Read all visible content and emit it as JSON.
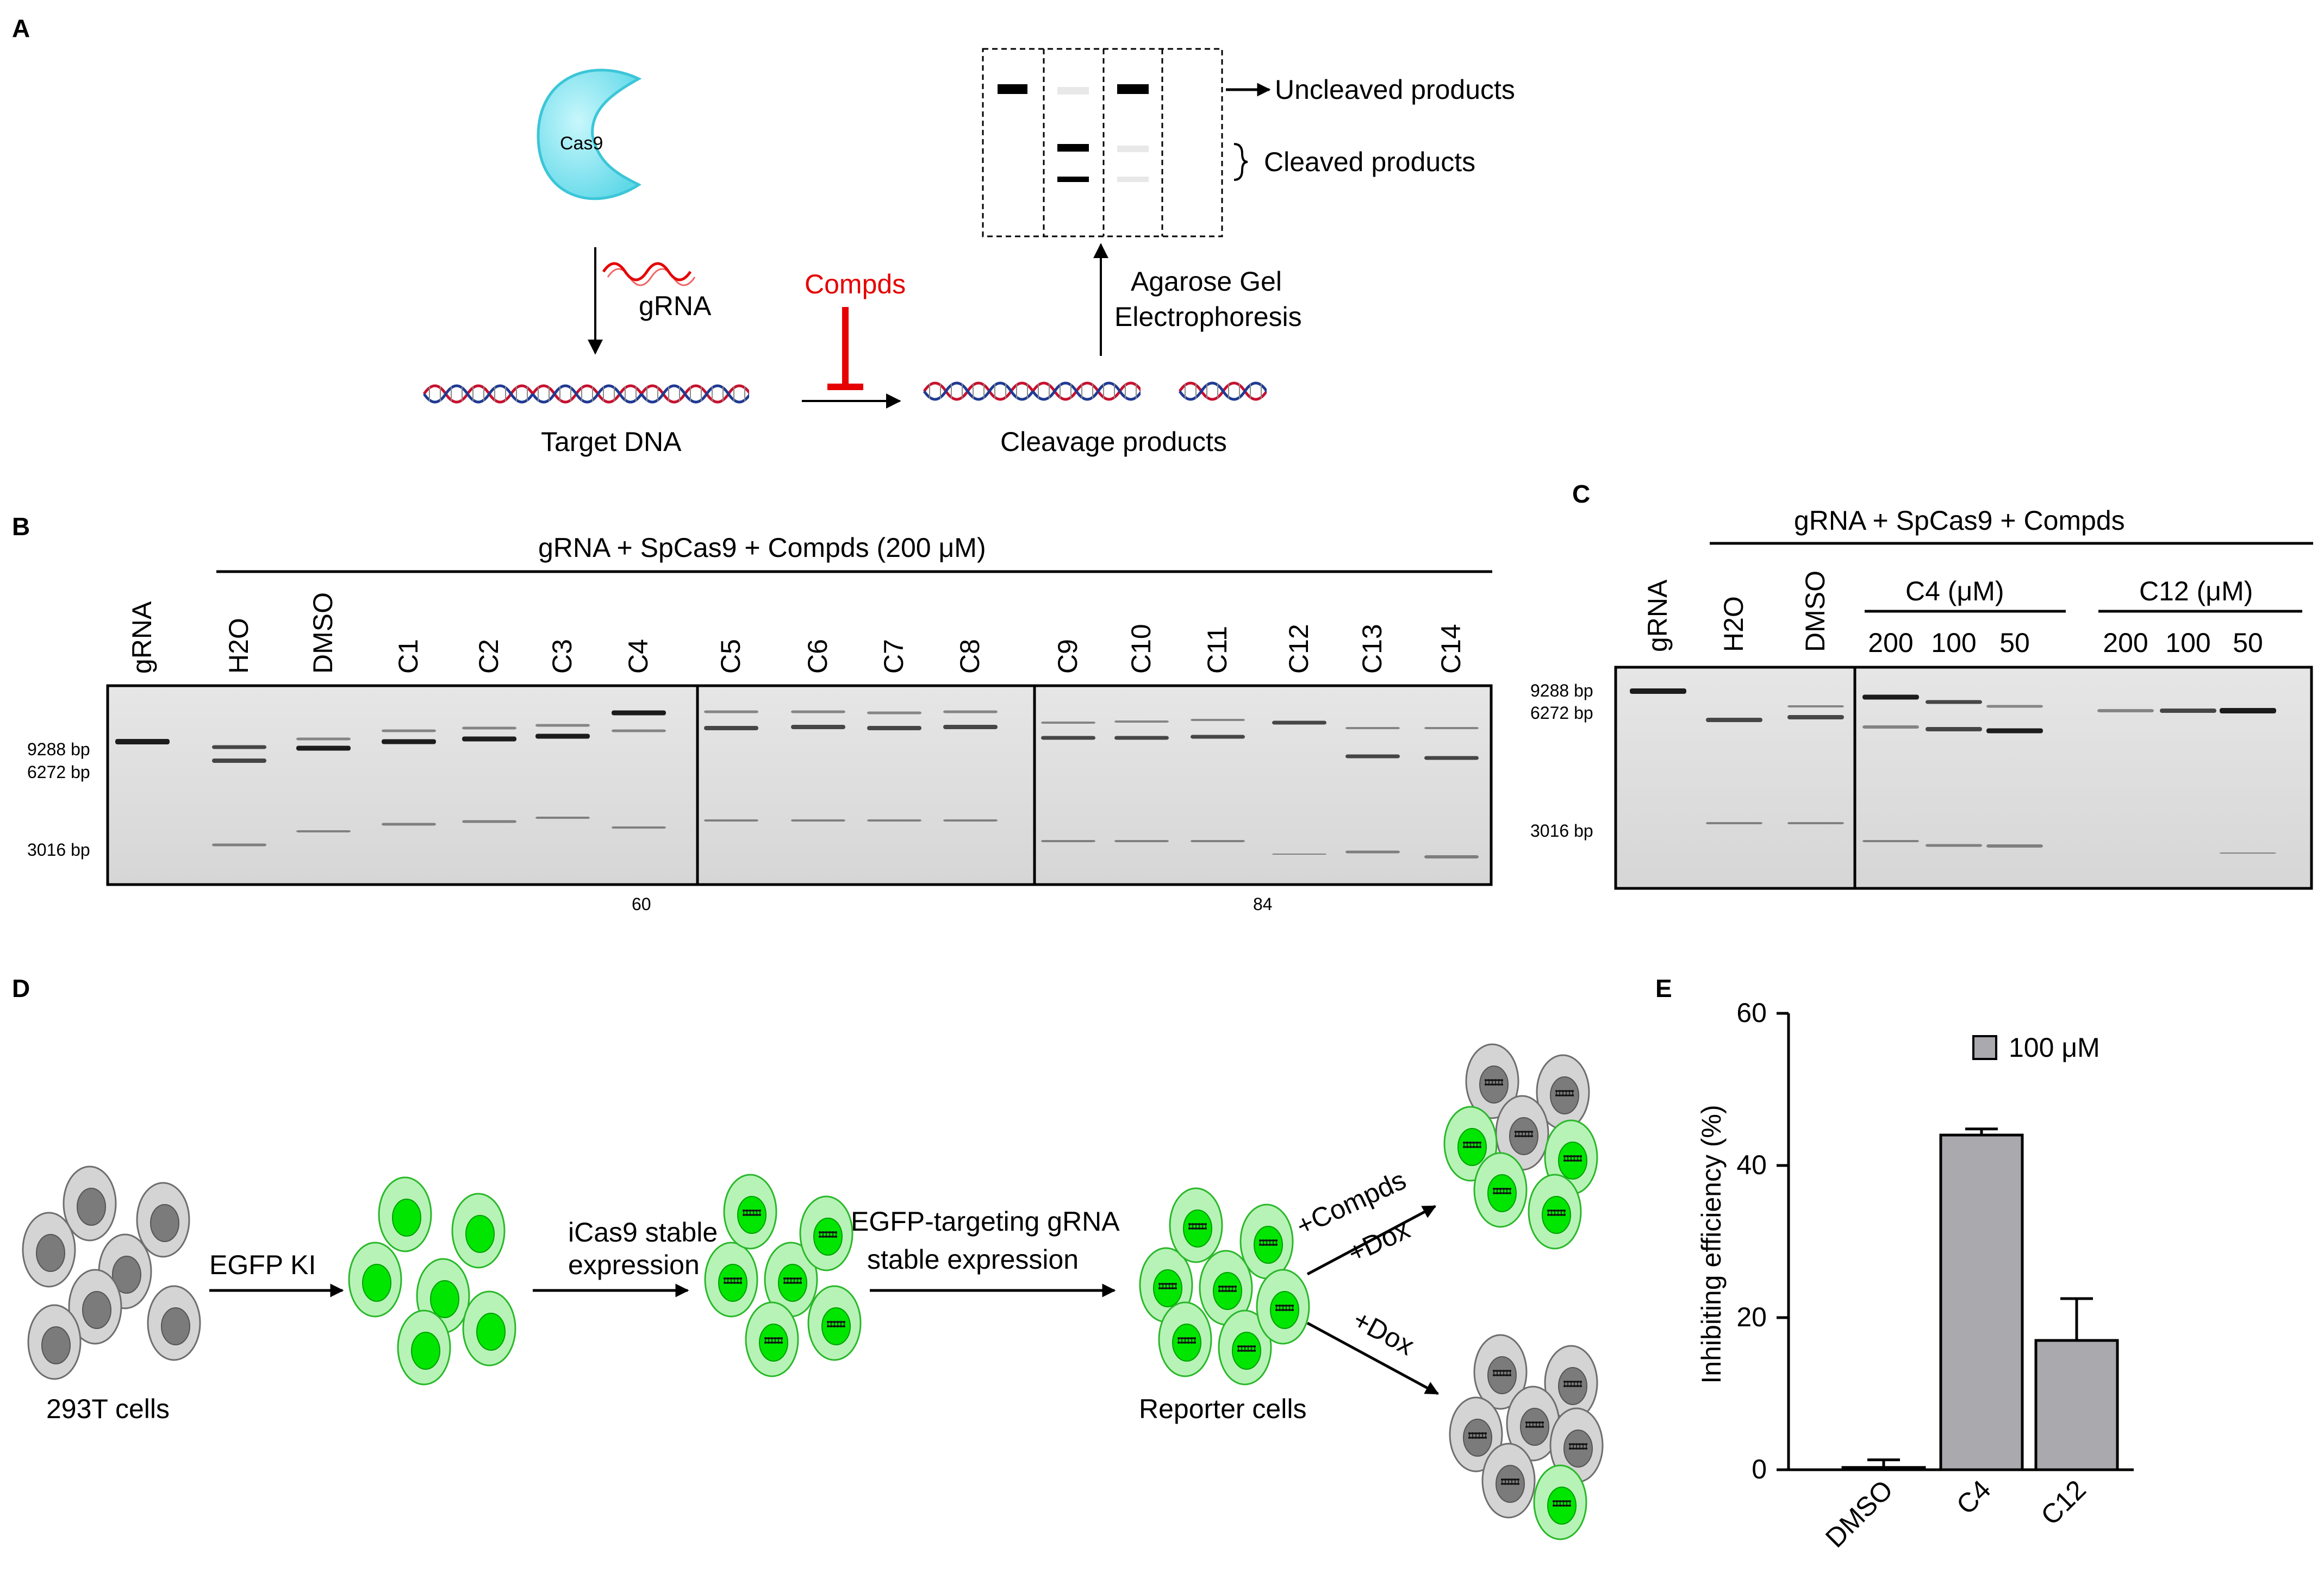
{
  "panels": {
    "a": "A",
    "b": "B",
    "c": "C",
    "d": "D",
    "e": "E"
  },
  "panel_a": {
    "cas9": "Cas9",
    "grna": "gRNA",
    "compds": "Compds",
    "target_dna": "Target DNA",
    "cleavage_products": "Cleavage products",
    "gel_line1": "Agarose Gel",
    "gel_line2": "Electrophoresis",
    "uncleaved": "Uncleaved products",
    "cleaved": "Cleaved products"
  },
  "panel_b": {
    "header": "gRNA + SpCas9 + Compds (200 μM)",
    "lanes": [
      "gRNA",
      "H2O",
      "DMSO",
      "C1",
      "C2",
      "C3",
      "C4",
      "C5",
      "C6",
      "C7",
      "C8",
      "C9",
      "C10",
      "C11",
      "C12",
      "C13",
      "C14"
    ],
    "markers": [
      "9288 bp",
      "6272 bp",
      "3016 bp"
    ],
    "footnotes": [
      "60",
      "84"
    ]
  },
  "panel_c": {
    "header": "gRNA + SpCas9 + Compds",
    "lanes": [
      "gRNA",
      "H2O",
      "DMSO"
    ],
    "group_c4": "C4 (μM)",
    "group_c12": "C12 (μM)",
    "conc": [
      "200",
      "100",
      "50",
      "200",
      "100",
      "50"
    ],
    "markers": [
      "9288 bp",
      "6272 bp",
      "3016 bp"
    ]
  },
  "panel_d": {
    "cells_293t": "293T cells",
    "egfp_ki": "EGFP KI",
    "icas9_1": "iCas9 stable",
    "icas9_2": "expression",
    "egfp_grna_1": "EGFP-targeting gRNA",
    "egfp_grna_2": "stable expression",
    "reporter": "Reporter cells",
    "compds": "+Compds",
    "dox1": "+Dox",
    "dox2": "+Dox"
  },
  "chart_data": {
    "type": "bar",
    "categories": [
      "DMSO",
      "C4",
      "C12"
    ],
    "series": [
      {
        "name": "100 μM",
        "values": [
          0.3,
          44,
          17
        ],
        "errors": [
          1.0,
          0.8,
          5.5
        ]
      }
    ],
    "ylabel": "Inhibiting efficiency (%)",
    "ylim": [
      0,
      60
    ],
    "yticks": [
      "0",
      "20",
      "40",
      "60"
    ],
    "bar_color": "#a9a9ae",
    "legend_position": "top-right"
  },
  "colors": {
    "cas9": "#7fe5f0",
    "green": "#00e600",
    "red": "#e60000",
    "dna_red": "#c8102e",
    "dna_blue": "#1f3a93"
  }
}
